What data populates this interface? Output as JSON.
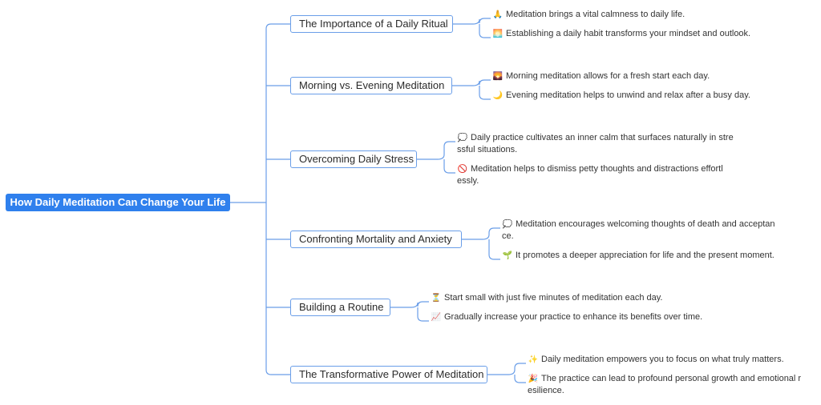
{
  "root": {
    "label": "How Daily Meditation Can Change Your Life"
  },
  "branches": [
    {
      "label": "The Importance of a Daily Ritual",
      "children": [
        {
          "icon": "🙏",
          "icon_name": "praying-hands-icon",
          "text": "Meditation brings a vital calmness to daily life."
        },
        {
          "icon": "🌅",
          "icon_name": "sunrise-icon",
          "text": "Establishing a daily habit transforms your mindset and outlook."
        }
      ]
    },
    {
      "label": "Morning vs. Evening Meditation",
      "children": [
        {
          "icon": "🌄",
          "icon_name": "sunrise-mountains-icon",
          "text": "Morning meditation allows for a fresh start each day."
        },
        {
          "icon": "🌙",
          "icon_name": "crescent-moon-icon",
          "text": "Evening meditation helps to unwind and relax after a busy day."
        }
      ]
    },
    {
      "label": "Overcoming Daily Stress",
      "children": [
        {
          "icon": "💭",
          "icon_name": "thought-bubble-icon",
          "text": "Daily practice cultivates an inner calm that surfaces naturally in stre\nssful situations."
        },
        {
          "icon": "🚫",
          "icon_name": "prohibited-icon",
          "text": "Meditation helps to dismiss petty thoughts and distractions effortl\nessly."
        }
      ]
    },
    {
      "label": "Confronting Mortality and Anxiety",
      "children": [
        {
          "icon": "💭",
          "icon_name": "thought-bubble-icon",
          "text": "Meditation encourages welcoming thoughts of death and acceptan\nce."
        },
        {
          "icon": "🌱",
          "icon_name": "seedling-icon",
          "text": "It promotes a deeper appreciation for life and the present moment."
        }
      ]
    },
    {
      "label": "Building a Routine",
      "children": [
        {
          "icon": "⏳",
          "icon_name": "hourglass-icon",
          "text": "Start small with just five minutes of meditation each day."
        },
        {
          "icon": "📈",
          "icon_name": "chart-increasing-icon",
          "text": "Gradually increase your practice to enhance its benefits over time."
        }
      ]
    },
    {
      "label": "The Transformative Power of Meditation",
      "children": [
        {
          "icon": "✨",
          "icon_name": "sparkles-icon",
          "text": "Daily meditation empowers you to focus on what truly matters."
        },
        {
          "icon": "🎉",
          "icon_name": "party-popper-icon",
          "text": "The practice can lead to profound personal growth and emotional r\nesilience."
        }
      ]
    }
  ],
  "colors": {
    "root_bg": "#2f80ed",
    "connector": "#6a9ee8",
    "topic_border": "#6a9ee8"
  }
}
